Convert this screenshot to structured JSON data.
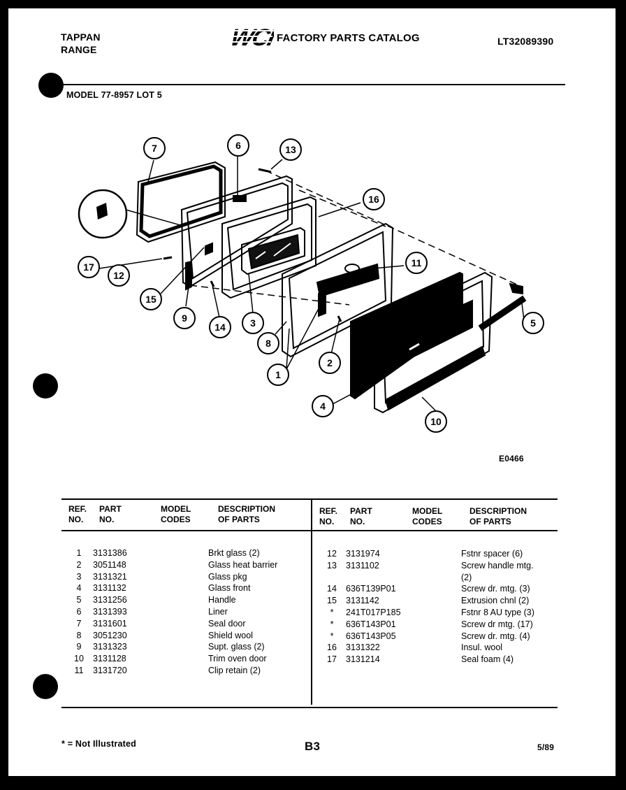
{
  "header": {
    "brand_line1": "TAPPAN",
    "brand_line2": "RANGE",
    "logo_text": "WCI",
    "catalog_title": "FACTORY PARTS CATALOG",
    "catalog_number": "LT32089390",
    "model_line": "MODEL 77-8957 LOT 5"
  },
  "diagram": {
    "figure_code": "E0466",
    "callouts": [
      "1",
      "2",
      "3",
      "4",
      "5",
      "6",
      "7",
      "8",
      "9",
      "10",
      "11",
      "12",
      "13",
      "14",
      "15",
      "16",
      "17"
    ]
  },
  "table": {
    "headers": {
      "ref_no": "REF. NO.",
      "part_no": "PART NO.",
      "model_codes": "MODEL CODES",
      "description": "DESCRIPTION OF PARTS"
    },
    "left_rows": [
      {
        "ref": "1",
        "part": "3131386",
        "desc": "Brkt glass (2)"
      },
      {
        "ref": "2",
        "part": "3051148",
        "desc": "Glass heat barrier"
      },
      {
        "ref": "3",
        "part": "3131321",
        "desc": "Glass pkg"
      },
      {
        "ref": "4",
        "part": "3131132",
        "desc": "Glass front"
      },
      {
        "ref": "5",
        "part": "3131256",
        "desc": "Handle"
      },
      {
        "ref": "6",
        "part": "3131393",
        "desc": "Liner"
      },
      {
        "ref": "7",
        "part": "3131601",
        "desc": "Seal door"
      },
      {
        "ref": "8",
        "part": "3051230",
        "desc": "Shield wool"
      },
      {
        "ref": "9",
        "part": "3131323",
        "desc": "Supt. glass (2)"
      },
      {
        "ref": "10",
        "part": "3131128",
        "desc": "Trim oven door"
      },
      {
        "ref": "11",
        "part": "3131720",
        "desc": "Clip retain (2)"
      }
    ],
    "right_rows": [
      {
        "ref": "12",
        "part": "3131974",
        "desc": "Fstnr spacer (6)"
      },
      {
        "ref": "13",
        "part": "3131102",
        "desc": "Screw handle mtg."
      },
      {
        "ref": "",
        "part": "",
        "desc": "(2)"
      },
      {
        "ref": "14",
        "part": "636T139P01",
        "desc": "Screw dr. mtg. (3)"
      },
      {
        "ref": "15",
        "part": "3131142",
        "desc": "Extrusion chnl (2)"
      },
      {
        "ref": "*",
        "part": "241T017P185",
        "desc": "Fstnr 8 AU type (3)"
      },
      {
        "ref": "*",
        "part": "636T143P01",
        "desc": "Screw dr mtg. (17)"
      },
      {
        "ref": "*",
        "part": "636T143P05",
        "desc": "Screw dr. mtg. (4)"
      },
      {
        "ref": "16",
        "part": "3131322",
        "desc": "Insul. wool"
      },
      {
        "ref": "17",
        "part": "3131214",
        "desc": "Seal foam (4)"
      }
    ]
  },
  "footer": {
    "note": "* = Not Illustrated",
    "page": "B3",
    "date": "5/89"
  }
}
